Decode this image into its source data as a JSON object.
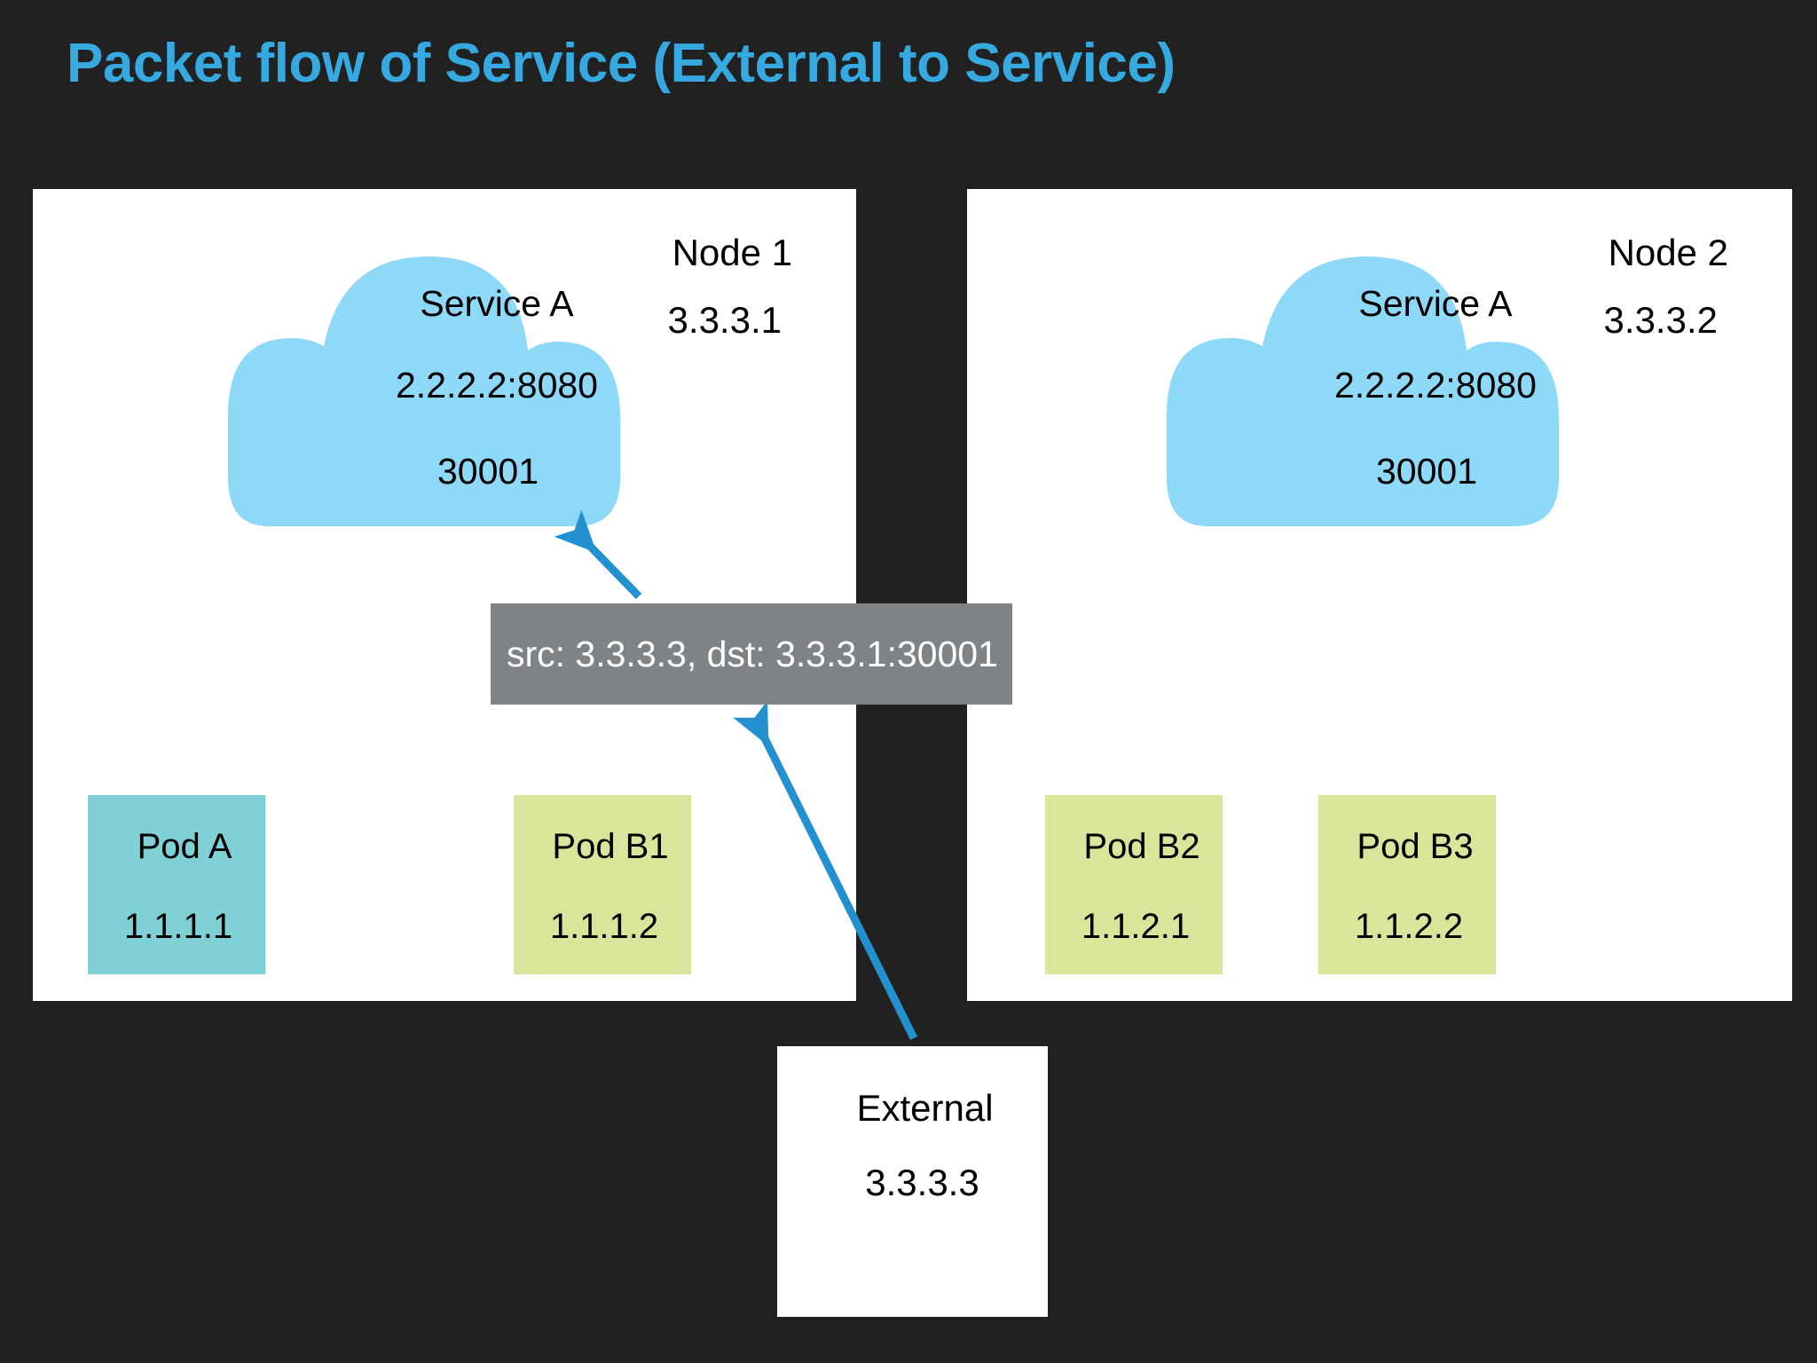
{
  "title": "Packet flow of Service (External to Service)",
  "colors": {
    "background": "#212121",
    "title_blue": "#36a9e0",
    "panel_white": "#ffffff",
    "cloud_blue": "#8ed8f8",
    "pod_a_teal": "#7fd1d6",
    "pod_b_green": "#d7e69a",
    "packet_gray": "#808386",
    "arrow_blue": "#2391cf",
    "text_black": "#000000",
    "packet_text_white": "#ffffff"
  },
  "nodes": [
    {
      "id": "node-1",
      "name": "Node 1",
      "ip": "3.3.3.1",
      "service": {
        "name": "Service A",
        "cluster_ip_port": "2.2.2.2:8080",
        "node_port": "30001"
      },
      "pods": [
        {
          "name": "Pod A",
          "ip": "1.1.1.1",
          "color": "#7fd1d6"
        },
        {
          "name": "Pod B1",
          "ip": "1.1.1.2",
          "color": "#d7e69a"
        }
      ]
    },
    {
      "id": "node-2",
      "name": "Node 2",
      "ip": "3.3.3.2",
      "service": {
        "name": "Service A",
        "cluster_ip_port": "2.2.2.2:8080",
        "node_port": "30001"
      },
      "pods": [
        {
          "name": "Pod B2",
          "ip": "1.1.2.1",
          "color": "#d7e69a"
        },
        {
          "name": "Pod B3",
          "ip": "1.1.2.2",
          "color": "#d7e69a"
        }
      ]
    }
  ],
  "packet_label": {
    "text": "src: 3.3.3.3, dst: 3.3.3.1:30001",
    "src": "3.3.3.3",
    "dst": "3.3.3.1:30001"
  },
  "external": {
    "name": "External",
    "ip": "3.3.3.3"
  },
  "arrows": [
    {
      "name": "arrow-packet-to-service",
      "from": "packet-label",
      "to": "service-a-cloud-node-1"
    },
    {
      "name": "arrow-external-to-packet",
      "from": "external-box",
      "to": "packet-label"
    }
  ]
}
